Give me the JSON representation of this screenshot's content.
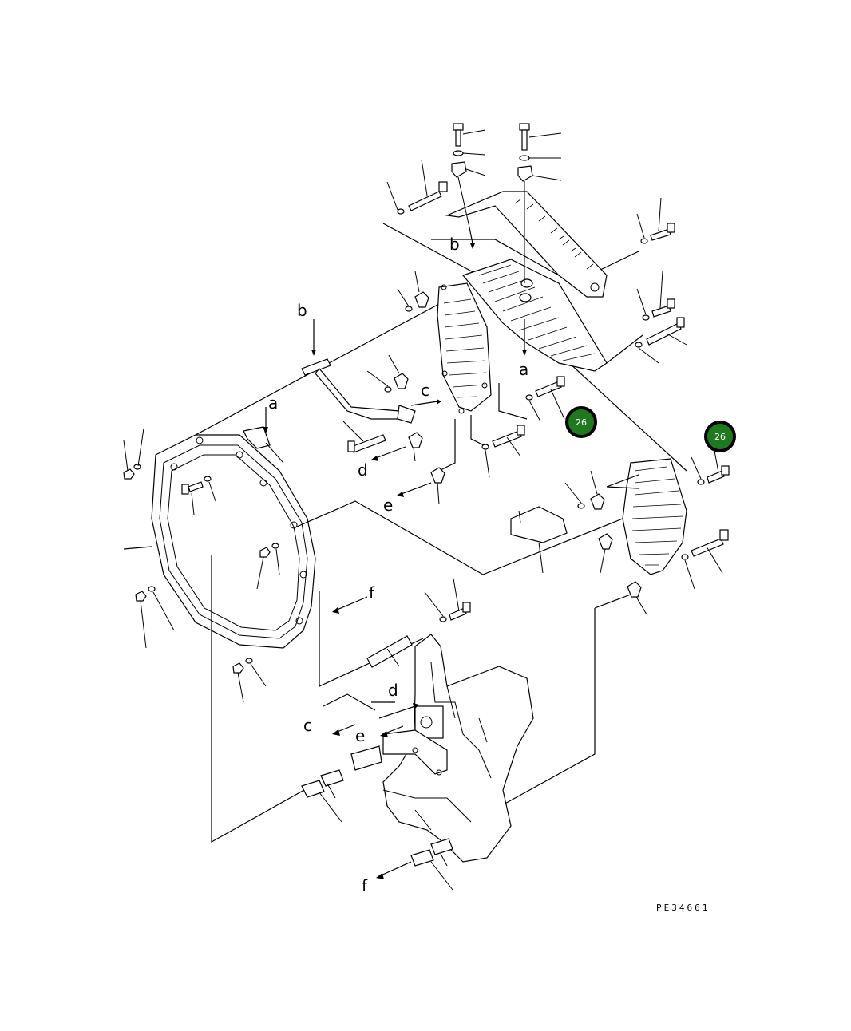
{
  "figure": {
    "code": "PE34661"
  },
  "badges": [
    {
      "label": "26"
    },
    {
      "label": "26"
    }
  ],
  "ref_letters": {
    "a1": "a",
    "a2": "a",
    "b1": "b",
    "b2": "b",
    "c1": "c",
    "c2": "c",
    "d1": "d",
    "d2": "d",
    "e1": "e",
    "e2": "e",
    "f1": "f",
    "f2": "f"
  }
}
